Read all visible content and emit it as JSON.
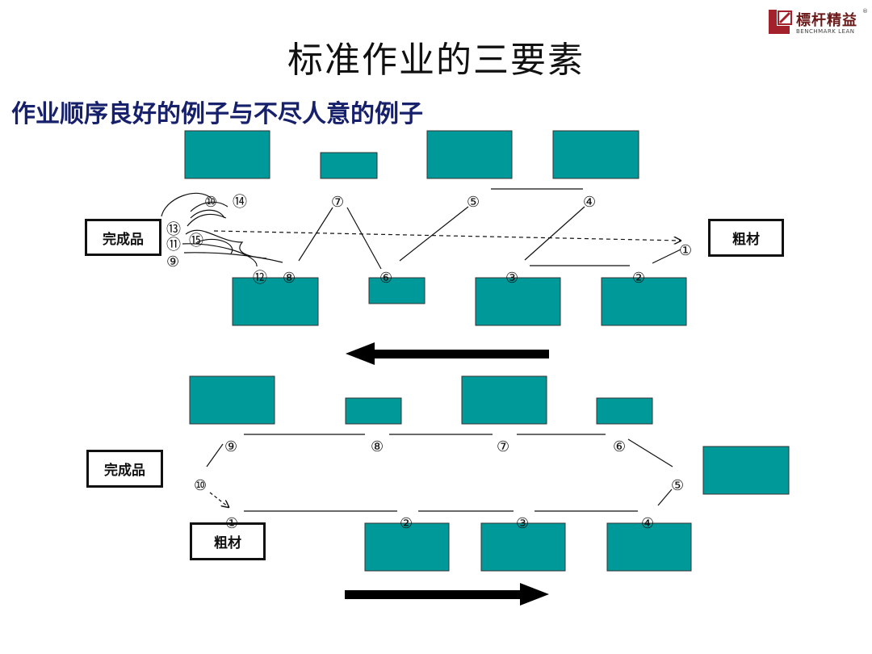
{
  "page": {
    "title": "标准作业的三要素",
    "subtitle": "作业顺序良好的例子与不尽人意的例子"
  },
  "logo": {
    "name_cn": "標杆精益",
    "name_en": "BENCHMARK LEAN",
    "registered": "®",
    "brand_color": "#a3212a"
  },
  "colors": {
    "machine_fill": "#009999",
    "machine_stroke": "#333333",
    "line": "#111111",
    "subtitle": "#17206b"
  },
  "diagrams": {
    "bad": {
      "output_label": "完成品",
      "input_label": "粗材",
      "step_labels": [
        "①",
        "②",
        "③",
        "④",
        "⑤",
        "⑥",
        "⑦",
        "⑧",
        "⑨",
        "⑩",
        "⑪",
        "⑫",
        "⑬",
        "⑭",
        "⑮"
      ],
      "flow_direction": "left"
    },
    "good": {
      "output_label": "完成品",
      "input_label": "粗材",
      "step_labels": [
        "①",
        "②",
        "③",
        "④",
        "⑤",
        "⑥",
        "⑦",
        "⑧",
        "⑨",
        "⑩"
      ],
      "flow_direction": "right"
    }
  }
}
